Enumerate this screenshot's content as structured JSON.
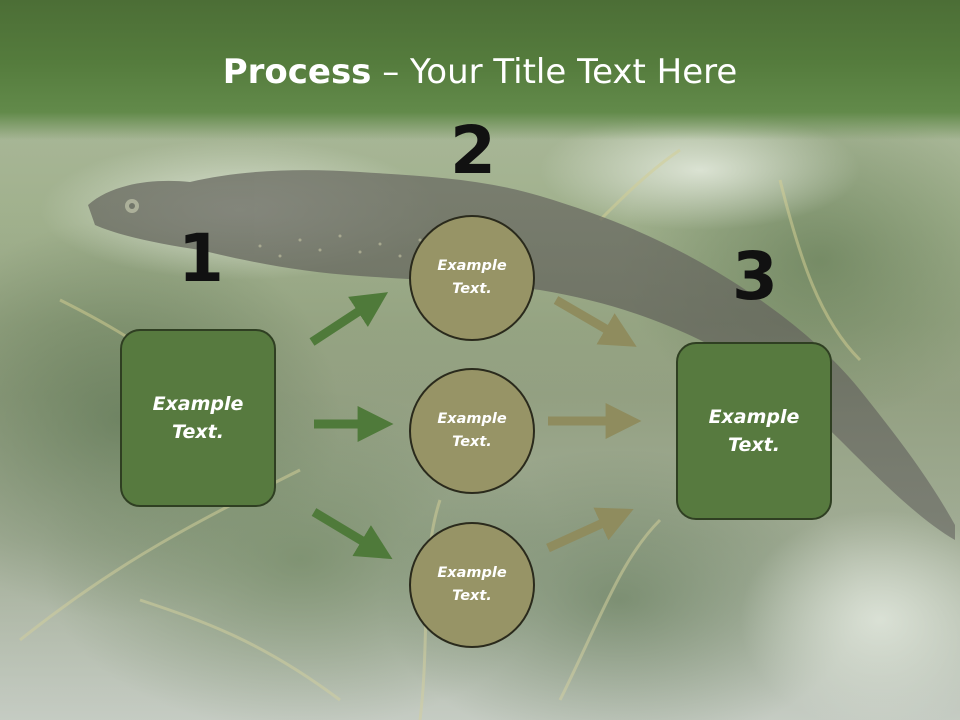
{
  "slide": {
    "title_bold": "Process",
    "title_rest": " – Your Title Text Here"
  },
  "steps": [
    {
      "number": "1",
      "label_line1": "Example",
      "label_line2": "Text."
    },
    {
      "number": "2"
    },
    {
      "number": "3",
      "label_line1": "Example",
      "label_line2": "Text."
    }
  ],
  "circles": [
    {
      "label_line1": "Example",
      "label_line2": "Text."
    },
    {
      "label_line1": "Example",
      "label_line2": "Text."
    },
    {
      "label_line1": "Example",
      "label_line2": "Text."
    }
  ],
  "colors": {
    "title_bar": "#557c3d",
    "box_fill": "#577a3f",
    "circle_fill": "#979466",
    "arrow_left": "#4f7a3a",
    "arrow_right": "#8f8c5e"
  }
}
